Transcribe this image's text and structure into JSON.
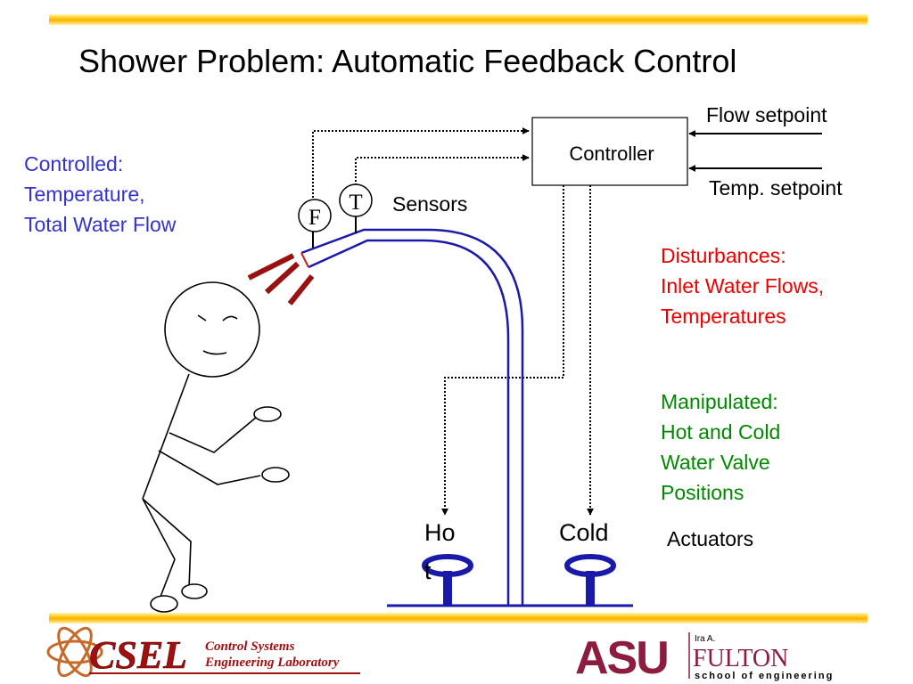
{
  "slide": {
    "title": "Shower Problem: Automatic Feedback Control"
  },
  "diagram": {
    "controller_label": "Controller",
    "flow_setpoint": "Flow setpoint",
    "temp_setpoint": "Temp. setpoint",
    "sensors_label": "Sensors",
    "sensor_f": "F",
    "sensor_t": "T",
    "hot_label": "Ho",
    "hot_label_wrap": "t",
    "cold_label": "Cold",
    "actuators_label": "Actuators"
  },
  "notes": {
    "controlled": [
      "Controlled:",
      "Temperature,",
      "Total Water Flow"
    ],
    "disturbances": [
      "Disturbances:",
      "Inlet Water Flows,",
      "Temperatures"
    ],
    "manipulated": [
      "Manipulated:",
      "Hot and Cold",
      "Water Valve",
      "Positions"
    ]
  },
  "footer": {
    "csel_big": "CSEL",
    "csel_small_1": "Control Systems",
    "csel_small_2": "Engineering Laboratory",
    "asu_mark": "ASU",
    "fulton_small": "Ira A.",
    "fulton_big": "FULTON",
    "fulton_sub": "school of engineering"
  },
  "colors": {
    "controlled_text": "#3333cc",
    "disturbance_text": "#ee0000",
    "manipulated_text": "#008800",
    "pipe": "#1a1aaa",
    "water_spray": "#991111",
    "bar": "#ffc000",
    "asu_maroon": "#8c1d40"
  }
}
